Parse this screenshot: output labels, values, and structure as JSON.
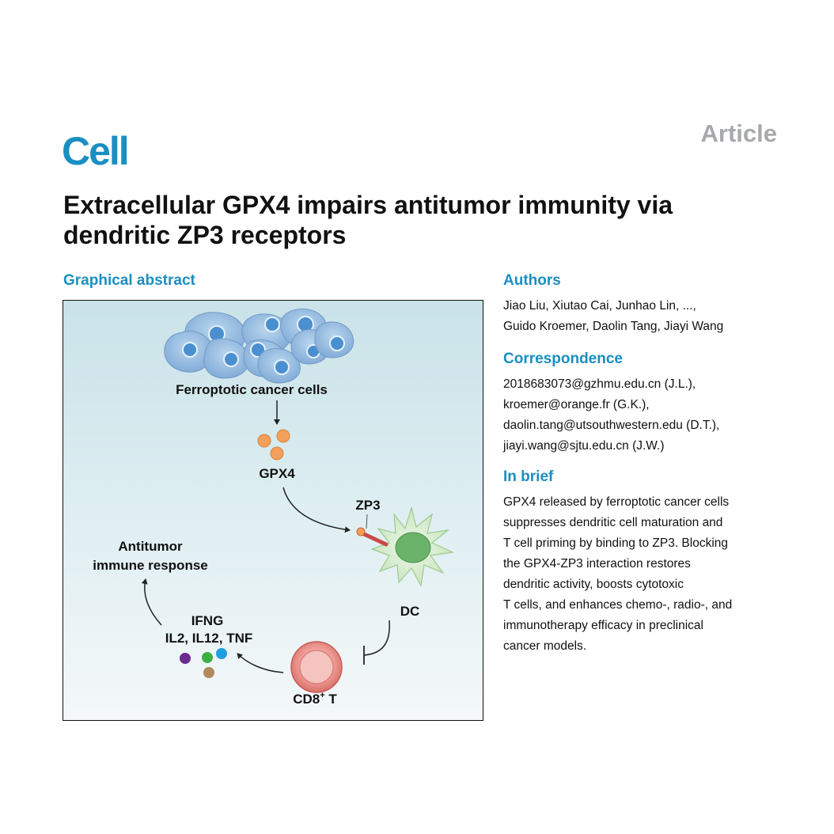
{
  "header": {
    "journal": "Cell",
    "article_type": "Article"
  },
  "title": "Extracellular GPX4 impairs antitumor immunity via dendritic ZP3 receptors",
  "graphical_abstract": {
    "heading": "Graphical abstract",
    "labels": {
      "cancer_cells": "Ferroptotic cancer cells",
      "gpx4": "GPX4",
      "zp3": "ZP3",
      "antitumor_line1": "Antitumor",
      "antitumor_line2": "immune response",
      "dc": "DC",
      "cytokines_line1": "IFNG",
      "cytokines_line2": "IL2, IL12, TNF",
      "cd8_main": "CD8",
      "cd8_sup": "+",
      "cd8_suffix": " T"
    },
    "colors": {
      "cancer_cell": "#8fb9e0",
      "cancer_nucleus": "#4a8fd0",
      "gpx4_particle": "#f2a05a",
      "dc_body": "#b8dcae",
      "dc_nucleus": "#5aa05a",
      "receptor": "#d9534f",
      "t_cell": "#e8908a",
      "cytokine_purple": "#6a2a8f",
      "cytokine_green": "#3cb043",
      "cytokine_blue": "#1e9fe0",
      "cytokine_brown": "#b08a5a"
    }
  },
  "authors": {
    "heading": "Authors",
    "line1": "Jiao Liu, Xiutao Cai, Junhao Lin, ...,",
    "line2": "Guido Kroemer, Daolin Tang, Jiayi Wang"
  },
  "correspondence": {
    "heading": "Correspondence",
    "lines": [
      "2018683073@gzhmu.edu.cn (J.L.),",
      "kroemer@orange.fr (G.K.),",
      "daolin.tang@utsouthwestern.edu (D.T.),",
      "jiayi.wang@sjtu.edu.cn (J.W.)"
    ]
  },
  "in_brief": {
    "heading": "In brief",
    "lines": [
      "GPX4 released by ferroptotic cancer cells",
      "suppresses dendritic cell maturation and",
      "T cell priming by binding to ZP3. Blocking",
      "the GPX4-ZP3 interaction restores",
      "dendritic activity, boosts cytotoxic",
      "T cells, and enhances chemo-, radio-, and",
      "immunotherapy efficacy in preclinical",
      "cancer models."
    ]
  }
}
